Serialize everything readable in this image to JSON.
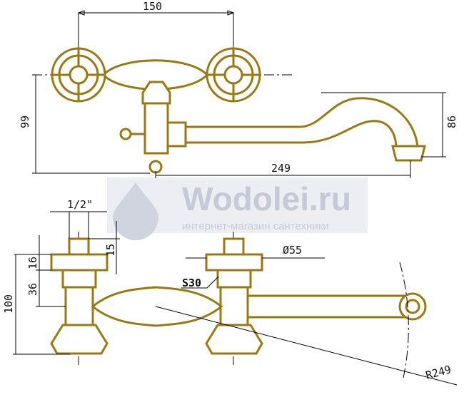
{
  "watermark": {
    "brand": "Wodolei.ru",
    "tagline": "интернет-магазин сантехники"
  },
  "dimensions": {
    "handle_spacing": "150",
    "height_top": "99",
    "spout_height": "86",
    "spout_reach": "249",
    "thread": "1/2\"",
    "thread_length": "15",
    "nut_height": "16",
    "hex_height": "36",
    "total_height": "100",
    "diameter": "Ø55",
    "wrench_size": "S30",
    "swing_radius": "R249"
  },
  "colors": {
    "part": "#9a7812",
    "dimension": "#000000"
  }
}
